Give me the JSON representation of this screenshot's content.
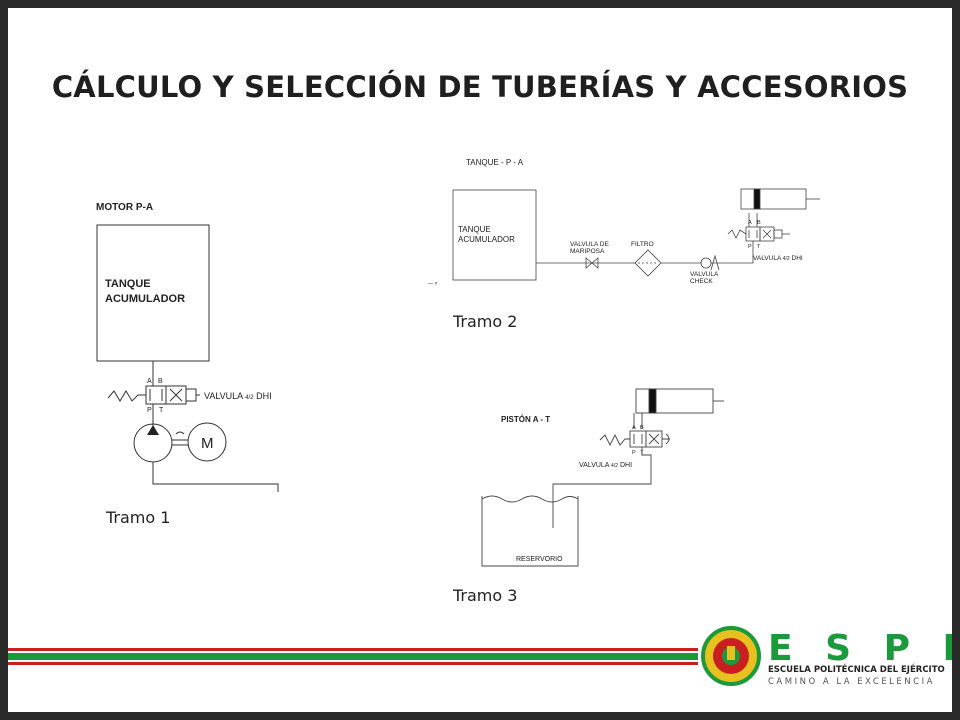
{
  "title": "CÁLCULO Y SELECCIÓN DE TUBERÍAS Y ACCESORIOS",
  "tramo1": {
    "header": "MOTOR P-A",
    "tank_line1": "TANQUE",
    "tank_line2": "ACUMULADOR",
    "port_a": "A",
    "port_b": "B",
    "port_p": "P",
    "port_t": "T",
    "valve_label": "VALVULA",
    "valve_fraction": "4/2",
    "valve_suffix": "DHI",
    "motor": "M",
    "caption": "Tramo 1"
  },
  "tramo2": {
    "header": "TANQUE - P - A",
    "tank_line1": "TANQUE",
    "tank_line2": "ACUMULADOR",
    "butterfly_line1": "VALVULA DE",
    "butterfly_line2": "MARIPOSA",
    "filter": "FILTRO",
    "check_line1": "VALVULA",
    "check_line2": "CHECK",
    "valve_label": "VALVULA",
    "valve_fraction": "4/2",
    "valve_suffix": "DHI",
    "port_a": "A",
    "port_b": "B",
    "port_p": "P",
    "port_t": "T",
    "caption": "Tramo 2"
  },
  "tramo3": {
    "header": "PISTÓN A - T",
    "valve_label": "VALVULA",
    "valve_fraction": "4/2",
    "valve_suffix": "DHI",
    "port_a": "A",
    "port_b": "B",
    "port_p": "P",
    "port_t": "T",
    "reservoir": "RESERVORIO",
    "caption": "Tramo 3"
  },
  "logo": {
    "letters": "E S P E",
    "line1": "ESCUELA POLITÉCNICA DEL EJÉRCITO",
    "line2": "CAMINO A LA EXCELENCIA",
    "color_green": "#1a9a3a",
    "color_red": "#c8201e",
    "color_yellow": "#e8c020"
  }
}
